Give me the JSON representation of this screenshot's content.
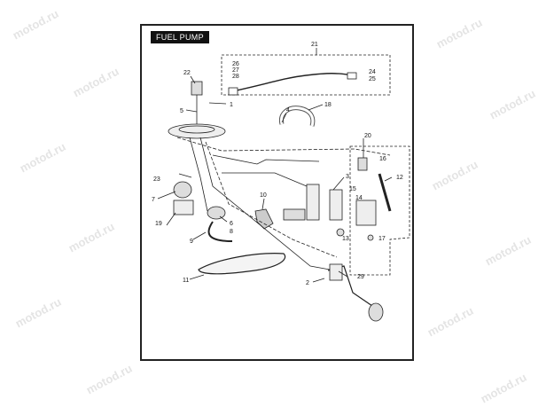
{
  "diagram": {
    "title": "FUEL PUMP",
    "watermark": "motod.ru",
    "callouts": {
      "c1": "1",
      "c2": "2",
      "c3": "3",
      "c4": "4",
      "c5": "5",
      "c6": "6",
      "c7": "7",
      "c8": "8",
      "c9": "9",
      "c10": "10",
      "c11": "11",
      "c12": "12",
      "c13": "13",
      "c14": "14",
      "c15": "15",
      "c16": "16",
      "c17": "17",
      "c18": "18",
      "c19": "19",
      "c20": "20",
      "c21": "21",
      "c22": "22",
      "c23": "23",
      "c24": "24",
      "c25": "25",
      "c26": "26",
      "c27": "27",
      "c28": "28",
      "c29": "29"
    }
  }
}
